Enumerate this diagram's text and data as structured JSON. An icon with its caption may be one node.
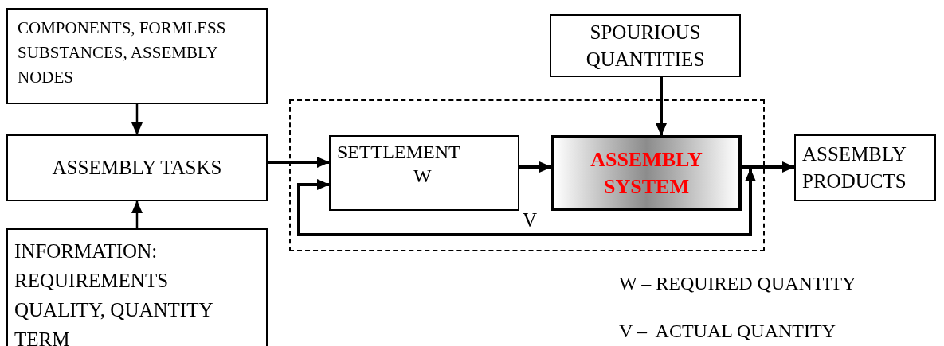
{
  "diagram": {
    "nodes": [
      {
        "text": [
          "COMPONENTS, FORMLESS SUBSTANCES, ASSEMBLY NODES"
        ]
      },
      {
        "text": [
          "ASSEMBLY TASKS"
        ]
      },
      {
        "text": [
          "INFORMATION: REQUIREMENTS QUALITY, QUANTITY TERM"
        ]
      },
      {
        "text": [
          "SPOURIOUS QUANTITIES"
        ]
      },
      {
        "text": [],
        "shape": "box"
      },
      {
        "text": [
          "SETTLEMENT",
          "W"
        ],
        "in": 4
      },
      {
        "text": [
          "ASSEMBLY SYSTEM"
        ],
        "in": 4
      },
      {
        "text": [
          "ASSEMBLY PRODUCTS"
        ]
      }
    ],
    "edges": [
      {
        "from": 0,
        "to": 1,
        "arrow": "to"
      },
      {
        "from": 2,
        "to": 1,
        "arrow": "to"
      },
      {
        "from": 1,
        "to": 5,
        "arrow": "to"
      },
      {
        "from": 5,
        "to": 6,
        "arrow": "to"
      },
      {
        "from": 3,
        "to": 6,
        "arrow": "to"
      },
      {
        "from": 6,
        "to": 7,
        "arrow": "to"
      },
      {
        "from": 6,
        "to": 5,
        "arrow": "both"
      }
    ],
    "labels": [
      "V",
      "W – REQUIRED QUANTITY",
      "V –  ACTUAL QUANTITY"
    ]
  }
}
